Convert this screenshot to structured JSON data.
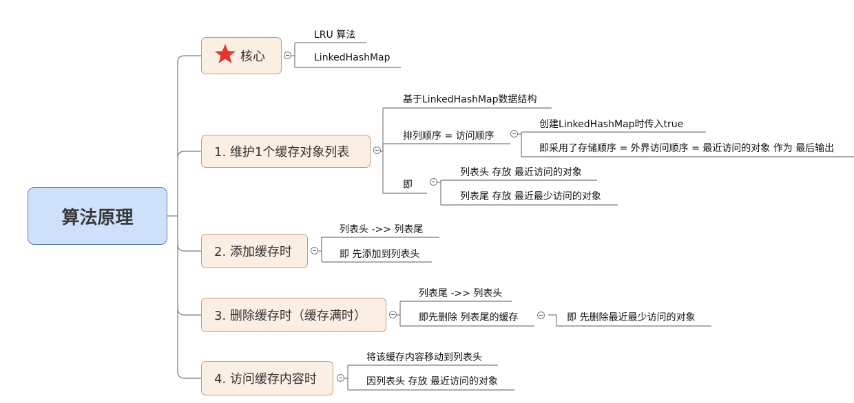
{
  "root": {
    "label": "算法原理"
  },
  "branches": [
    {
      "label": "核心",
      "icon": "star-icon",
      "children": [
        {
          "label": "LRU 算法"
        },
        {
          "label": "LinkedHashMap"
        }
      ]
    },
    {
      "label": "1. 维护1个缓存对象列表",
      "children": [
        {
          "label": "基于LinkedHashMap数据结构"
        },
        {
          "label": "排列顺序 = 访问顺序",
          "children": [
            {
              "label": "创建LinkedHashMap时传入true"
            },
            {
              "label": "即采用了存储顺序 = 外界访问顺序 = 最近访问的对象 作为 最后输出"
            }
          ]
        },
        {
          "label": "即",
          "children": [
            {
              "label": "列表头 存放 最近访问的对象"
            },
            {
              "label": "列表尾 存放 最近最少访问的对象"
            }
          ]
        }
      ]
    },
    {
      "label": "2. 添加缓存时",
      "children": [
        {
          "label": "列表头 ->> 列表尾"
        },
        {
          "label": "即 先添加到列表头"
        }
      ]
    },
    {
      "label": "3. 删除缓存时（缓存满时）",
      "children": [
        {
          "label": "列表尾 ->> 列表头"
        },
        {
          "label": "即先删除 列表尾的缓存",
          "children": [
            {
              "label": "即 先删除最近最少访问的对象"
            }
          ]
        }
      ]
    },
    {
      "label": "4. 访问缓存内容时",
      "children": [
        {
          "label": "将该缓存内容移动到列表头"
        },
        {
          "label": "因列表头 存放 最近访问的对象"
        }
      ]
    }
  ],
  "colors": {
    "root_fill": "#cfe0fb",
    "root_border": "#5b7fb5",
    "branch_fill": "#fbeee3",
    "branch_border": "#c49b80",
    "connector": "#7a7a7a",
    "star": "#e8342e"
  }
}
